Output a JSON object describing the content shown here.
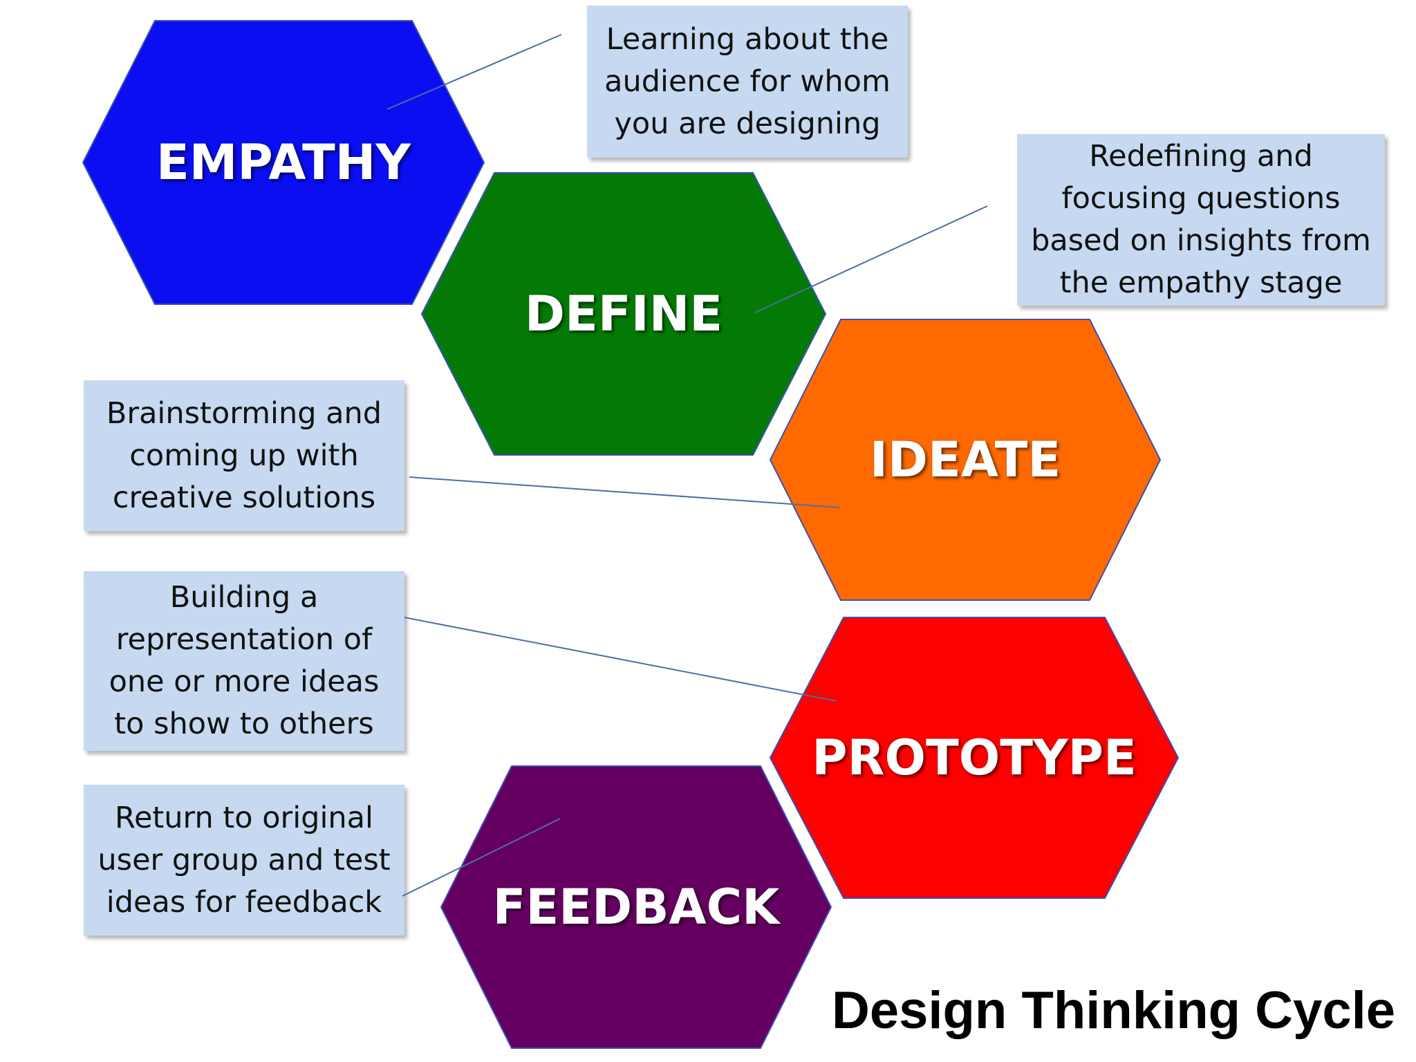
{
  "diagram": {
    "title": "Design Thinking Cycle",
    "stages": [
      {
        "id": "empathy",
        "label": "EMPATHY",
        "color": "#0a0ef0",
        "description": "Learning about the\naudience for whom\nyou are designing"
      },
      {
        "id": "define",
        "label": "DEFINE",
        "color": "#047a06",
        "description": "Redefining and\nfocusing questions\nbased on insights from\nthe empathy stage"
      },
      {
        "id": "ideate",
        "label": "IDEATE",
        "color": "#ff6a00",
        "description": "Brainstorming and\ncoming up with\ncreative solutions"
      },
      {
        "id": "prototype",
        "label": "PROTOTYPE",
        "color": "#fd0000",
        "description": "Building a\nrepresentation of\none or more ideas\nto show to others"
      },
      {
        "id": "feedback",
        "label": "FEEDBACK",
        "color": "#650060",
        "description": "Return to original\nuser group and test\nideas for feedback"
      }
    ],
    "box_color": "#c6d9f0",
    "connector_color": "#4a6fa5"
  }
}
